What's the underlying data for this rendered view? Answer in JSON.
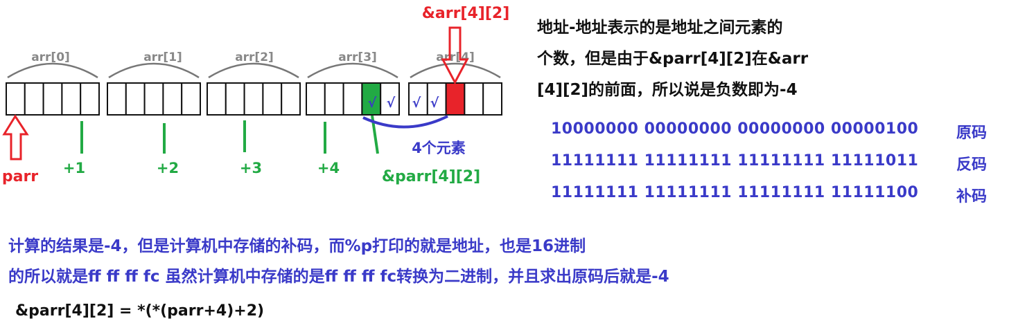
{
  "diagram": {
    "group_labels": [
      "arr[0]",
      "arr[1]",
      "arr[2]",
      "arr[3]",
      "arr[4]"
    ],
    "arr_target_label": "&arr[4][2]",
    "parr_label": "parr",
    "step_labels": [
      "+1",
      "+2",
      "+3",
      "+4"
    ],
    "check_mark": "√",
    "parr_target_label": "&parr[4][2]",
    "distance_label": "4个元素"
  },
  "explanation": {
    "lines": [
      "地址-地址表示的是地址之间元素的",
      "个数，但是由于&parr[4][2]在&arr",
      "[4][2]的前面，所以说是负数即为-4"
    ]
  },
  "binary": [
    {
      "value": "10000000 00000000 00000000 00000100",
      "label": "原码"
    },
    {
      "value": "11111111 11111111 11111111 11111011",
      "label": "反码"
    },
    {
      "value": "11111111 11111111 11111111 11111100",
      "label": "补码"
    }
  ],
  "paragraph": [
    "计算的结果是-4，但是计算机中存储的补码，而%p打印的就是地址，也是16进制",
    "的所以就是ff ff ff  fc 虽然计算机中存储的是ff ff ff fc转换为二进制，并且求出原码后就是-4"
  ],
  "formula": "&parr[4][2]  =  *(*(parr+4)+2)",
  "colors": {
    "red": "#e8232a",
    "green": "#22aa44",
    "blue": "#3a3ac8",
    "gray": "#888888"
  }
}
